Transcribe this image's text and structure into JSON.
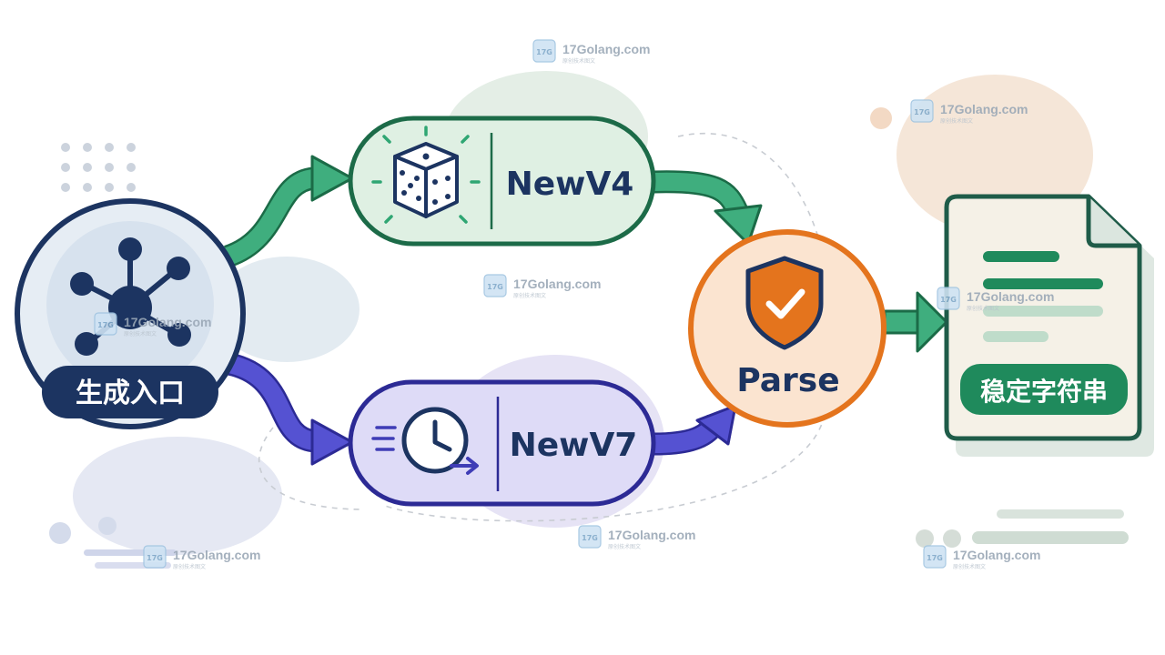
{
  "nodes": {
    "entry": {
      "label": "生成入口"
    },
    "v4": {
      "label": "NewV4"
    },
    "v7": {
      "label": "NewV7"
    },
    "parse": {
      "label": "Parse"
    },
    "output": {
      "label": "稳定字符串"
    }
  },
  "watermark": {
    "text": "17Golang.com",
    "subtext": "原创技术图文",
    "badge": "17G"
  },
  "colors": {
    "navy": "#1c3461",
    "green": "#1f8a5c",
    "green_fill": "#dff0e3",
    "arrow_green": "#3fae7e",
    "purple": "#3f3db6",
    "purple_fill": "#dedbf7",
    "arrow_purple": "#5552d2",
    "orange": "#e4741d",
    "orange_fill": "#fbe4d0",
    "doc_fill": "#f5f1e7"
  },
  "icons": {
    "entry": "network-hub-icon",
    "v4": "dice-icon",
    "v7": "clock-icon",
    "parse": "shield-check-icon",
    "output": "document-icon"
  }
}
